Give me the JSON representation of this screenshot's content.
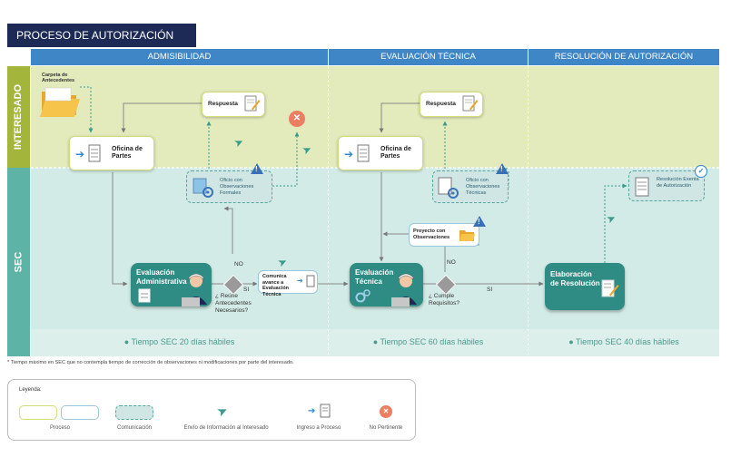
{
  "title": "PROCESO DE AUTORIZACIÓN",
  "phases": [
    {
      "label": "ADMISIBILIDAD"
    },
    {
      "label": "EVALUACIÓN TÉCNICA"
    },
    {
      "label": "RESOLUCIÓN DE AUTORIZACIÓN"
    }
  ],
  "lanes": {
    "interesado": "INTERESADO",
    "sec": "SEC"
  },
  "nodes": {
    "carpeta": "Carpeta de Antecedentes",
    "respuesta1": "Respuesta",
    "respuesta2": "Respuesta",
    "oficina1": "Oficina de Partes",
    "oficina2": "Oficina de Partes",
    "oficio1": "Oficio con Observaciones Formales",
    "oficio2": "Oficio con Observaciones Técnicas",
    "resolucion_exenta": "Resolución Exenta de Autorización",
    "proyecto_obs": "Proyecto con Observaciones",
    "eval_admin": "Evaluación Administrativa",
    "eval_tecnica": "Evaluación Técnica",
    "elaboracion": "Elaboración de Resolución",
    "comunica": "Comunica avance a Evaluación Técnica",
    "q1": "¿ Reúne Antecedentes Necesarios?",
    "q2": "¿ Cumple Requisitos?",
    "no1": "NO",
    "si1": "SI",
    "no2": "NO",
    "si2": "SI"
  },
  "footers": [
    "Tiempo SEC 20 días hábiles",
    "Tiempo SEC 60 días hábiles",
    "Tiempo SEC 40 días hábiles"
  ],
  "note": "* Tiempo máximo en SEC que no contempla tiempo de corrección de observaciones ni modificaciones por parte del interesado.",
  "legend": {
    "title": "Leyenda:",
    "items": [
      "Proceso",
      "Comunicación",
      "Envío de Información al Interesado",
      "Ingreso a Proceso",
      "No Pertinente"
    ]
  },
  "colors": {
    "navy": "#1d2a55",
    "header_blue": "#3f86c6",
    "interesado_bg": "#e3ebbd",
    "sec_bg": "#d3ebe6",
    "teal": "#2e8c85",
    "warn": "#3a6fb8",
    "no_pertinente": "#ec7f62"
  }
}
